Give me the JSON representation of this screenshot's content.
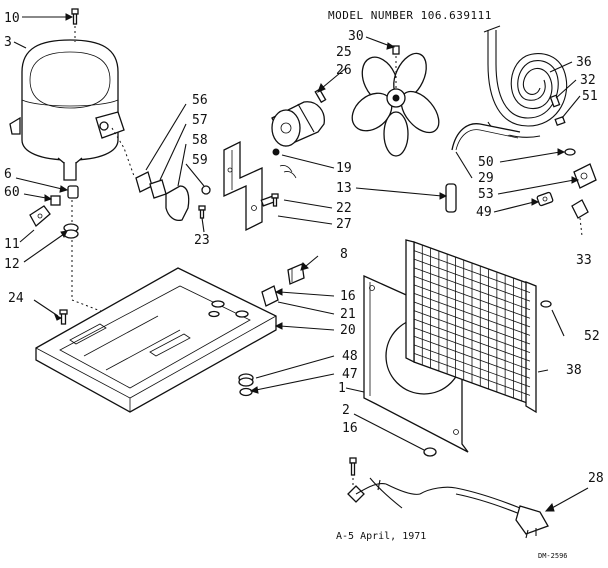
{
  "header": {
    "model_number": "MODEL NUMBER 106.639111"
  },
  "footer": {
    "date_note": "A-5  April, 1971",
    "drawing_code": "DM-2596"
  },
  "part_labels": [
    {
      "id": "p10",
      "text": "10"
    },
    {
      "id": "p3",
      "text": "3"
    },
    {
      "id": "p6",
      "text": "6"
    },
    {
      "id": "p60",
      "text": "60"
    },
    {
      "id": "p11",
      "text": "11"
    },
    {
      "id": "p12",
      "text": "12"
    },
    {
      "id": "p24",
      "text": "24"
    },
    {
      "id": "p56",
      "text": "56"
    },
    {
      "id": "p57",
      "text": "57"
    },
    {
      "id": "p58",
      "text": "58"
    },
    {
      "id": "p59",
      "text": "59"
    },
    {
      "id": "p23",
      "text": "23"
    },
    {
      "id": "p30",
      "text": "30"
    },
    {
      "id": "p25",
      "text": "25"
    },
    {
      "id": "p26",
      "text": "26"
    },
    {
      "id": "p19",
      "text": "19"
    },
    {
      "id": "p13",
      "text": "13"
    },
    {
      "id": "p22",
      "text": "22"
    },
    {
      "id": "p27",
      "text": "27"
    },
    {
      "id": "p36",
      "text": "36"
    },
    {
      "id": "p32",
      "text": "32"
    },
    {
      "id": "p51",
      "text": "51"
    },
    {
      "id": "p50",
      "text": "50"
    },
    {
      "id": "p29",
      "text": "29"
    },
    {
      "id": "p53",
      "text": "53"
    },
    {
      "id": "p49",
      "text": "49"
    },
    {
      "id": "p33",
      "text": "33"
    },
    {
      "id": "p8",
      "text": "8"
    },
    {
      "id": "p16a",
      "text": "16"
    },
    {
      "id": "p21",
      "text": "21"
    },
    {
      "id": "p20",
      "text": "20"
    },
    {
      "id": "p52",
      "text": "52"
    },
    {
      "id": "p38",
      "text": "38"
    },
    {
      "id": "p48",
      "text": "48"
    },
    {
      "id": "p47",
      "text": "47"
    },
    {
      "id": "p1",
      "text": "1"
    },
    {
      "id": "p2",
      "text": "2"
    },
    {
      "id": "p16b",
      "text": "16"
    },
    {
      "id": "p28",
      "text": "28"
    }
  ]
}
